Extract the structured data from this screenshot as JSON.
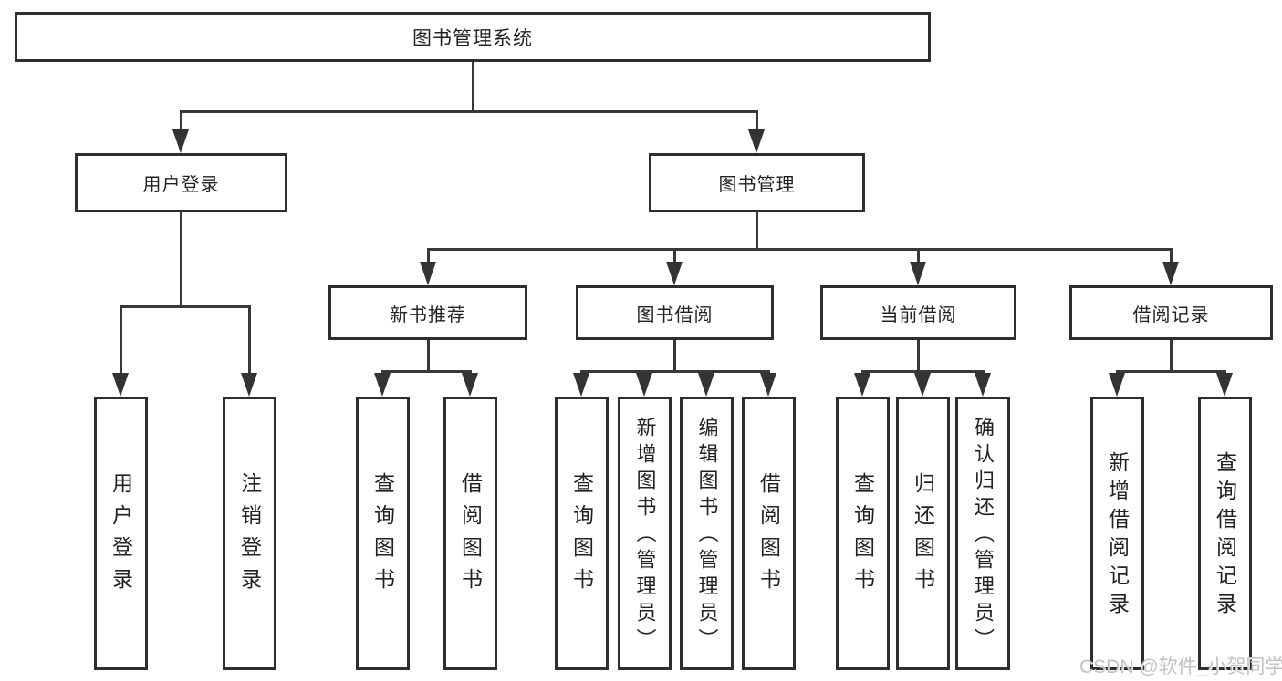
{
  "diagram": {
    "title": "图书管理系统",
    "branches": {
      "user_login": {
        "label": "用户登录",
        "children": [
          "用户登录",
          "注销登录"
        ]
      },
      "book_management": {
        "label": "图书管理",
        "sections": {
          "new_book": {
            "label": "新书推荐",
            "children": [
              "查询图书",
              "借阅图书"
            ]
          },
          "borrow": {
            "label": "图书借阅",
            "children": [
              "查询图书",
              "新增图书（管理员）",
              "编辑图书（管理员）",
              "借阅图书"
            ]
          },
          "current": {
            "label": "当前借阅",
            "children": [
              "查询图书",
              "归还图书",
              "确认归还（管理员）"
            ]
          },
          "records": {
            "label": "借阅记录",
            "children": [
              "新增借阅记录",
              "查询借阅记录"
            ]
          }
        }
      }
    }
  },
  "watermark": "CSDN @软件_小贺同学",
  "colors": {
    "line": "#383838",
    "box_border": "#2e2e2e",
    "box_fill": "#ffffff",
    "text": "#222222",
    "watermark": "#c2c2c2"
  }
}
